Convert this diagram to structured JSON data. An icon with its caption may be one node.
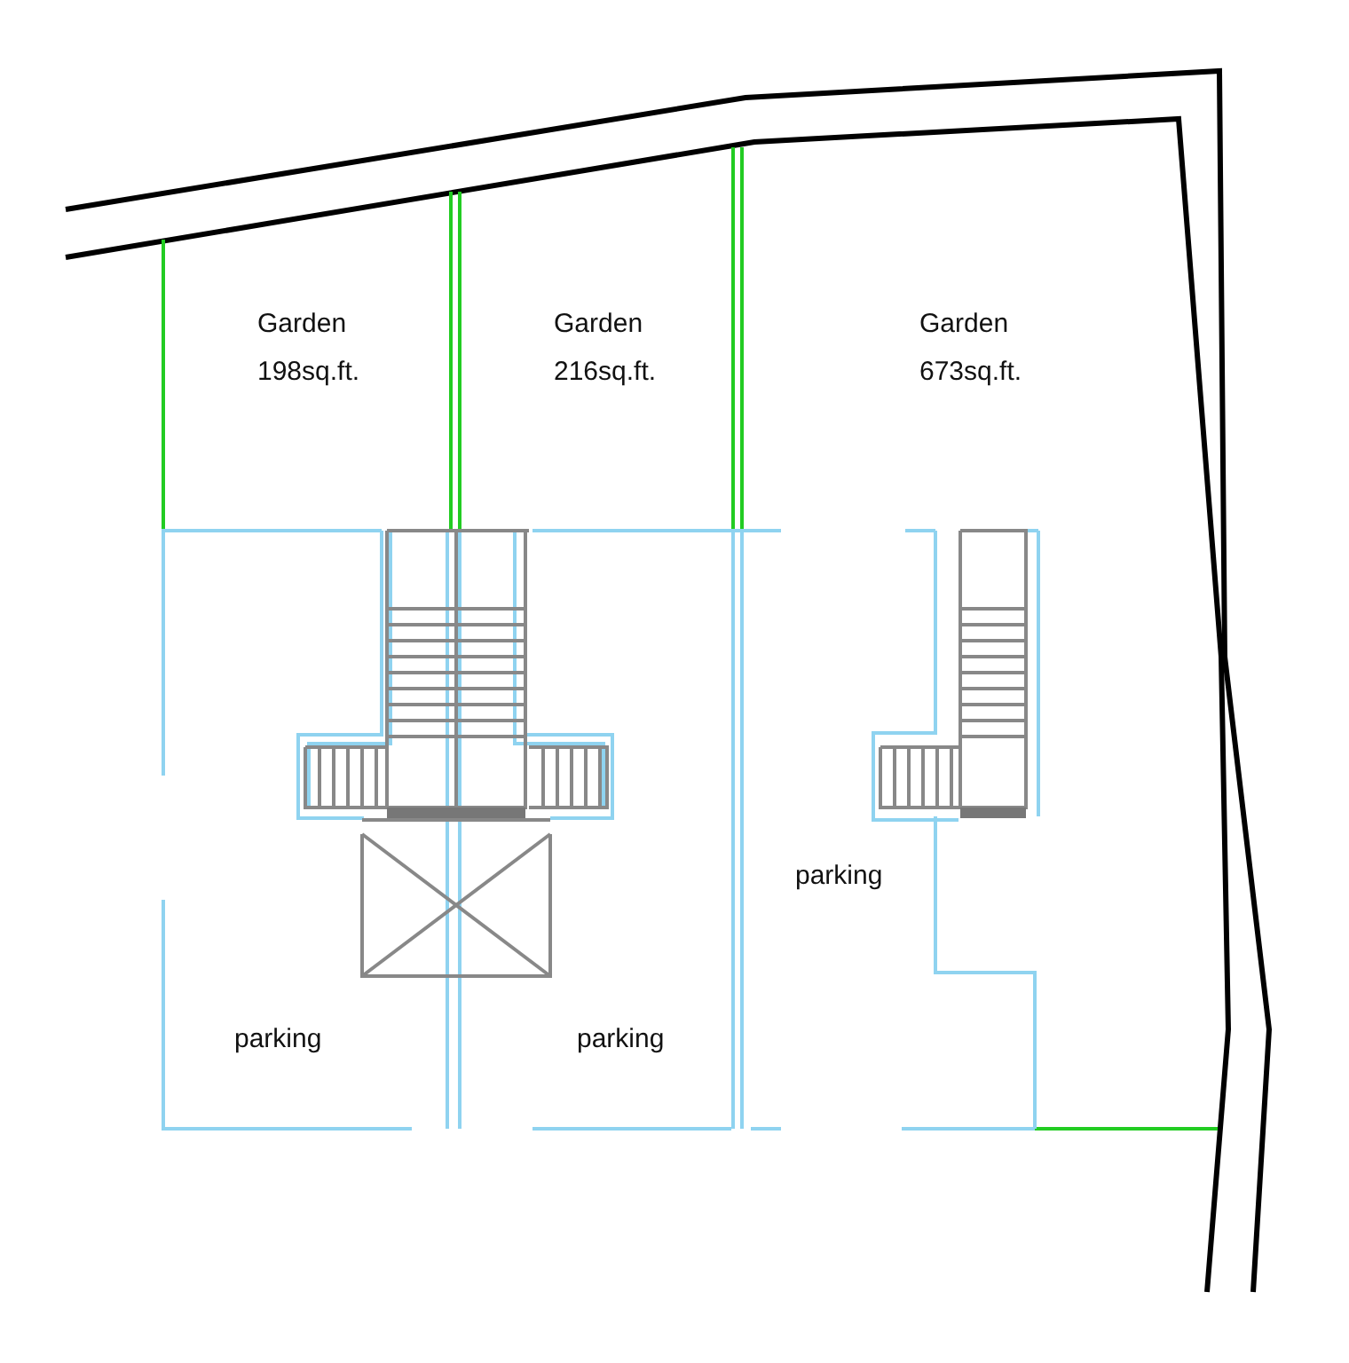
{
  "diagram": {
    "labels": [
      "Garden",
      "198sq.ft.",
      "Garden",
      "216sq.ft.",
      "Garden",
      "673sq.ft.",
      "parking",
      "parking",
      "parking"
    ]
  }
}
